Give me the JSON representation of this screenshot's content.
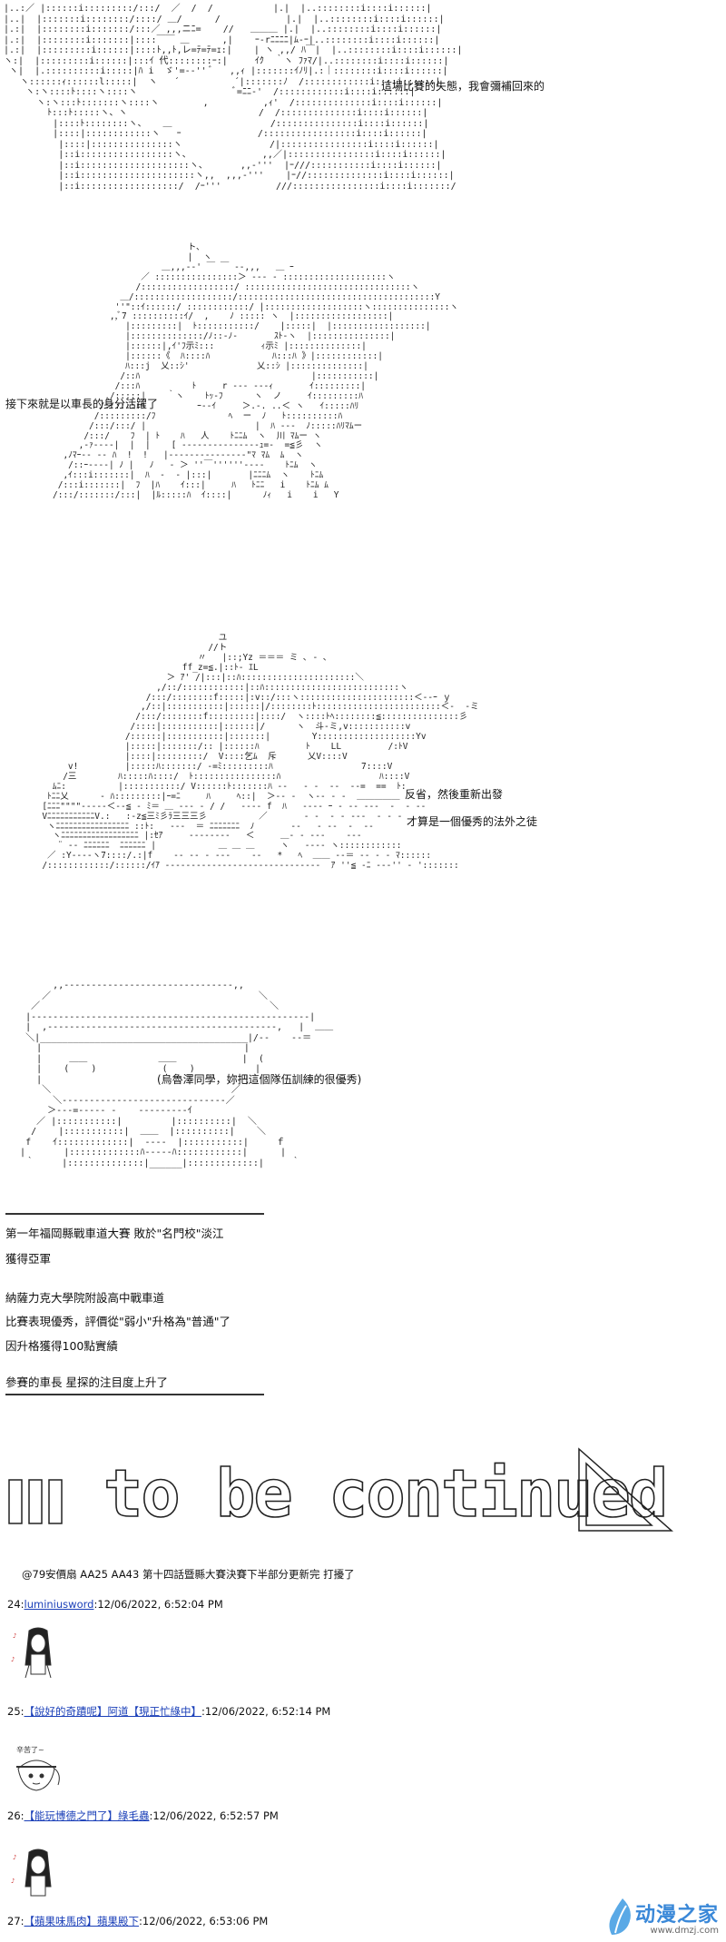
{
  "dialogue": {
    "line1": "這場比賽的失態，我會彌補回來的",
    "line2": "接下來就是以車長的身分活躍了",
    "line3a": "反省，然後重新出發",
    "line3b": "才算是一個優秀的法外之徒",
    "line4": "(烏魯澤同學，妳把這個隊伍訓練的很優秀)"
  },
  "summary": {
    "result": "第一年福岡縣戰車道大賽 敗於\"名門校\"淡江",
    "runner_up": "獲得亞軍",
    "school": "納薩力克大學院附設高中戰車道",
    "evaluation": "比賽表現優秀，評價從\"弱小\"升格為\"普通\"了",
    "points": "因升格獲得100點實績",
    "commander": "參賽的車長 星探的注目度上升了"
  },
  "banner": {
    "text": "to be continued..."
  },
  "footer_note": "@79安價扇 AA25 AA43 第十四話暨縣大賽決賽下半部分更新完 打擾了",
  "posts": [
    {
      "number": "24:",
      "name": "luminiusword",
      "separator": ":",
      "timestamp": "12/06/2022, 6:52:04 PM"
    },
    {
      "number": "25:",
      "name": "【說好的奇蹟呢】阿道【現正忙綠中】",
      "separator": ":",
      "timestamp": "12/06/2022, 6:52:14 PM"
    },
    {
      "number": "26:",
      "name": "【能玩博德之門了】綠毛蟲",
      "separator": ":",
      "timestamp": "12/06/2022, 6:52:57 PM"
    },
    {
      "number": "27:",
      "name": "【蘋果味馬肉】蘋果殿下",
      "separator": ":",
      "timestamp": "12/06/2022, 6:53:06 PM"
    }
  ],
  "avatar_caption": "辛苦了~",
  "watermark": {
    "name": "动漫之家",
    "url": "www.dmzj.com"
  }
}
